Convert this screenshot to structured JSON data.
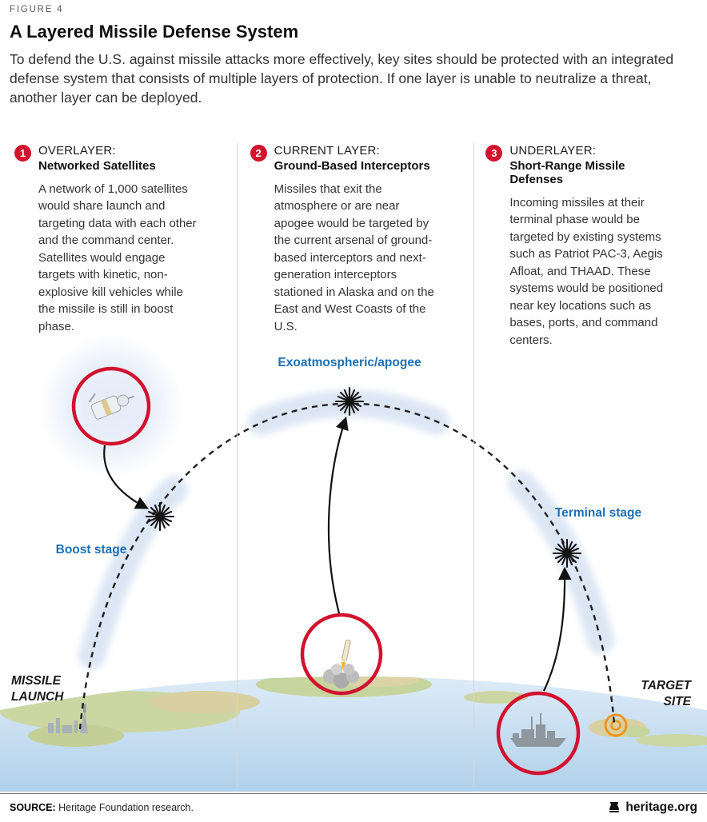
{
  "figure_label": "FIGURE 4",
  "title": "A Layered Missile Defense System",
  "intro": "To defend the U.S. against missile attacks more effectively, key sites should be protected with an integrated defense system that consists of multiple layers of protection. If one layer is unable to neutralize a threat, another layer can be deployed.",
  "layers": [
    {
      "number": "1",
      "kicker": "OVERLAYER:",
      "name": "Networked Satellites",
      "body": "A network of 1,000 satellites would share launch and targeting data with each other and the command center. Satellites would engage targets with kinetic, non-explosive kill vehicles while the missile is still in boost phase."
    },
    {
      "number": "2",
      "kicker": "CURRENT LAYER:",
      "name": "Ground-Based Interceptors",
      "body": "Missiles that exit the atmosphere or are near apogee would be targeted by the current arsenal of ground-based interceptors and next-generation interceptors stationed in Alaska and on the East and West Coasts of the U.S."
    },
    {
      "number": "3",
      "kicker": "UNDERLAYER:",
      "name": "Short-Range Missile Defenses",
      "body": "Incoming missiles at their terminal phase would be targeted by existing systems such as Patriot PAC-3, Aegis Afloat, and THAAD. These systems would be positioned near key locations such as bases, ports, and command centers."
    }
  ],
  "diagram_labels": {
    "apogee": "Exoatmospheric/apogee",
    "boost": "Boost stage",
    "terminal": "Terminal stage",
    "launch": "MISSILE LAUNCH",
    "target": "TARGET SITE"
  },
  "footer": {
    "source_label": "SOURCE:",
    "source_text": " Heritage Foundation research.",
    "site": "heritage.org"
  },
  "colors": {
    "accent_red": "#D2122E",
    "label_blue": "#1D70B5",
    "water_blue": "#bcd6ec",
    "band_blue": "#dbe5f4",
    "target_orange": "#f0941e"
  }
}
